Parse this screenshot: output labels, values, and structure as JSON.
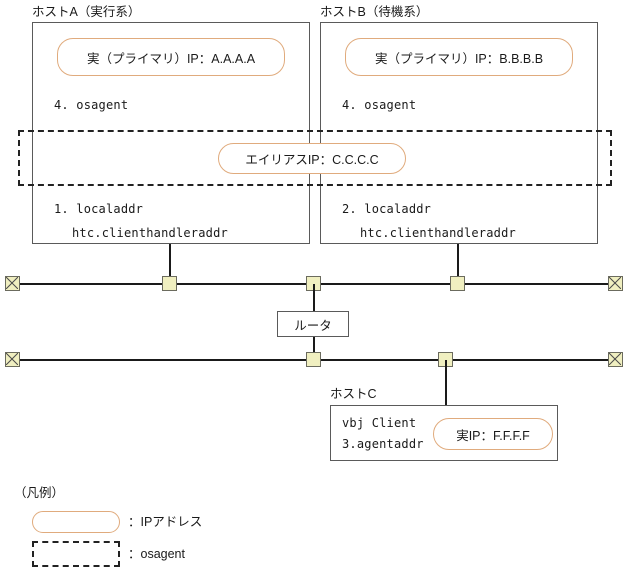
{
  "diagram": {
    "title_a": "ホストA（実行系）",
    "title_b": "ホストB（待機系）",
    "title_c": "ホストC",
    "host_a": {
      "primary_ip": "実（プライマリ）IP：A.A.A.A",
      "osagent_line": "4. osagent",
      "localaddr": "1. localaddr",
      "handleraddr": "htc.clienthandleraddr"
    },
    "host_b": {
      "primary_ip": "実（プライマリ）IP：B.B.B.B",
      "osagent_line": "4. osagent",
      "localaddr": "2. localaddr",
      "handleraddr": "htc.clienthandleraddr"
    },
    "host_c": {
      "client": "vbj Client",
      "agentaddr": "3.agentaddr",
      "real_ip": "実IP：F.F.F.F"
    },
    "alias_ip": "エイリアスIP：C.C.C.C",
    "router": "ルータ"
  },
  "legend": {
    "heading": "（凡例）",
    "items": [
      {
        "shape": "rounded-pill",
        "text": "：IPアドレス"
      },
      {
        "shape": "dashed-rect",
        "text": "：osagent"
      }
    ]
  },
  "colors": {
    "pill_border": "#e0ab7d",
    "box_border": "#5a5a5a",
    "node_fill": "#f0efc0",
    "node_border": "#6b6b5e",
    "line": "#1a1a1a",
    "dash": "#222222"
  }
}
